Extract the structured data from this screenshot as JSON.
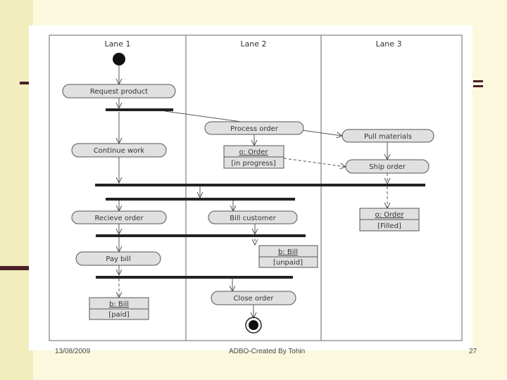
{
  "diagram": {
    "lanes": [
      "Lane 1",
      "Lane 2",
      "Lane 3"
    ],
    "activities": {
      "request_product": "Request product",
      "continue_work": "Continue work",
      "recieve_order": "Recieve order",
      "pay_bill": "Pay bill",
      "process_order": "Process order",
      "bill_customer": "Bill customer",
      "close_order": "Close order",
      "pull_materials": "Pull materials",
      "ship_order": "Ship order"
    },
    "objects": {
      "order_in_progress": {
        "name": "o: Order",
        "state": "[in progress]"
      },
      "bill_unpaid": {
        "name": "b: Bill",
        "state": "[unpaid]"
      },
      "bill_paid": {
        "name": "b: Bill",
        "state": "[paid]"
      },
      "order_filled": {
        "name": "o: Order",
        "state": "[Filled]"
      }
    }
  },
  "footer": {
    "date": "13/08/2009",
    "center": "ADBO-Created By Tohin",
    "page": "27"
  }
}
